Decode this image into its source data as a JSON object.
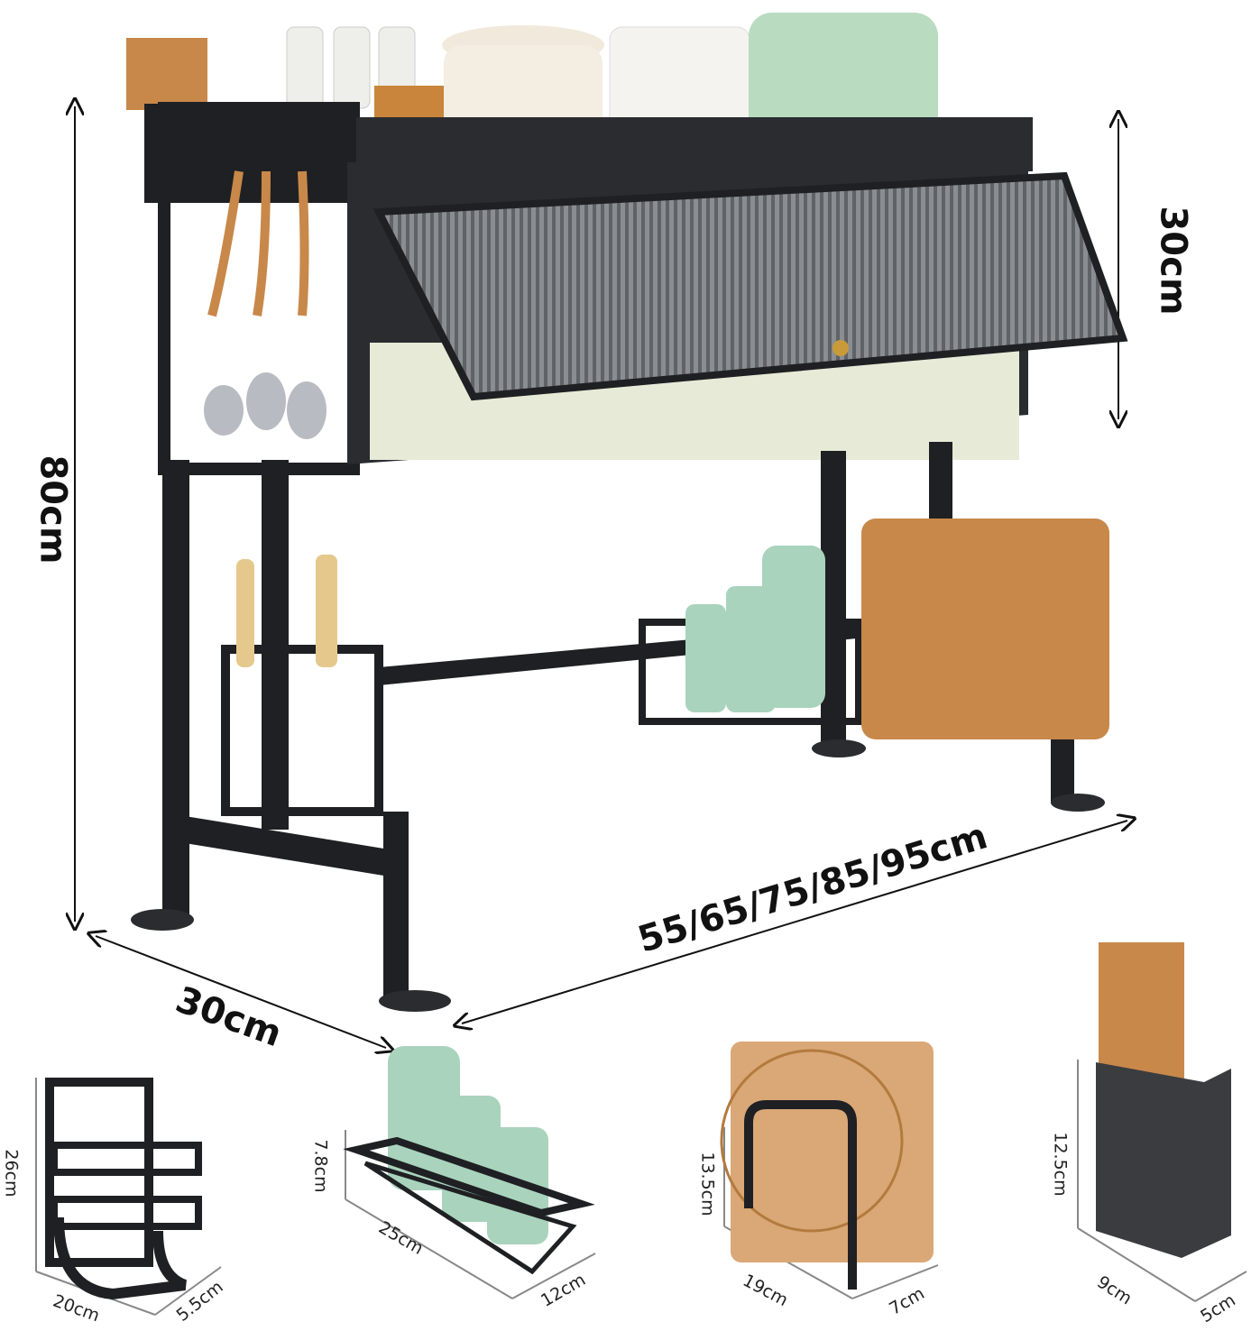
{
  "main_product": {
    "dimensions": {
      "total_height": "80cm",
      "upper_shelf_height": "30cm",
      "width_options": "55/65/75/85/95cm",
      "depth": "30cm"
    }
  },
  "accessories": [
    {
      "name": "knife-holder",
      "height": "26cm",
      "width": "20cm",
      "depth": "5.5cm"
    },
    {
      "name": "sponge-basket",
      "height": "7.8cm",
      "width": "25cm",
      "depth": "12cm"
    },
    {
      "name": "cutting-board-lid-holder",
      "height": "13.5cm",
      "width": "19cm",
      "depth": "7cm"
    },
    {
      "name": "utensil-holder",
      "height": "12.5cm",
      "width": "9cm",
      "depth": "5cm"
    }
  ],
  "colors": {
    "frame": "#1f2023",
    "glass": "#7b7f84",
    "plates": "#e8ead8",
    "wood": "#c8884a",
    "mint": "#a9d3bd",
    "dimension_line": "#111111"
  }
}
